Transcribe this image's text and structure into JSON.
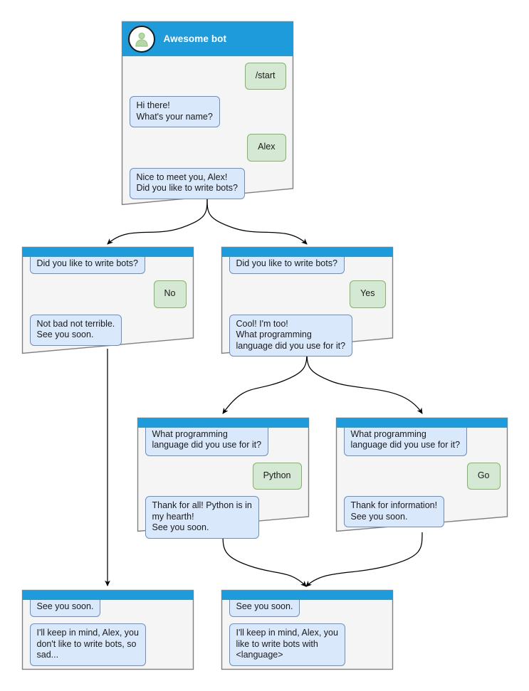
{
  "diagram": {
    "title": "Telegram bot conversation flowchart",
    "colors": {
      "header_blue": "#1d9bdb",
      "card_bg": "#f5f5f5",
      "card_border": "#808080",
      "bot_bubble_fill": "#dae8fc",
      "bot_bubble_border": "#6c8ebf",
      "user_bubble_fill": "#d5e8d4",
      "user_bubble_border": "#82b366",
      "avatar_person": "#b5d6a7",
      "edge_stroke": "#000000",
      "page_bg": "#ffffff"
    },
    "bot_name": "Awesome bot",
    "avatar_icon": "person-avatar-icon"
  },
  "nodes": [
    {
      "id": "start",
      "has_title_bar": true,
      "title": "Awesome bot",
      "messages": [
        {
          "from": "user",
          "text": "/start"
        },
        {
          "from": "bot",
          "text": "Hi there!\nWhat's your name?"
        },
        {
          "from": "user",
          "text": "Alex"
        },
        {
          "from": "bot",
          "text": "Nice to meet you, Alex!\nDid you like to write bots?"
        }
      ]
    },
    {
      "id": "answer-no",
      "has_title_bar": false,
      "messages": [
        {
          "from": "bot",
          "text": "Did you like to write bots?",
          "clipped": true
        },
        {
          "from": "user",
          "text": "No"
        },
        {
          "from": "bot",
          "text": "Not bad not terrible.\nSee you soon."
        }
      ]
    },
    {
      "id": "answer-yes",
      "has_title_bar": false,
      "messages": [
        {
          "from": "bot",
          "text": "Did you like to write bots?",
          "clipped": true
        },
        {
          "from": "user",
          "text": "Yes"
        },
        {
          "from": "bot",
          "text": "Cool! I'm too!\nWhat programming\nlanguage did you use for it?"
        }
      ]
    },
    {
      "id": "language-python",
      "has_title_bar": false,
      "messages": [
        {
          "from": "bot",
          "text": "What programming\nlanguage did you use for it?",
          "clipped": true
        },
        {
          "from": "user",
          "text": "Python"
        },
        {
          "from": "bot",
          "text": "Thank for all! Python is in\nmy hearth!\nSee you soon."
        }
      ]
    },
    {
      "id": "language-go",
      "has_title_bar": false,
      "messages": [
        {
          "from": "bot",
          "text": "What programming\nlanguage did you use for it?",
          "clipped": true
        },
        {
          "from": "user",
          "text": "Go"
        },
        {
          "from": "bot",
          "text": "Thank for information!\nSee you soon."
        }
      ]
    },
    {
      "id": "end-sad",
      "has_title_bar": false,
      "messages": [
        {
          "from": "bot",
          "text": "See you soon.",
          "clipped": true
        },
        {
          "from": "bot",
          "text": "I'll keep in mind, Alex, you\ndon't like to write bots, so\nsad..."
        }
      ]
    },
    {
      "id": "end-happy",
      "has_title_bar": false,
      "messages": [
        {
          "from": "bot",
          "text": "See you soon.",
          "clipped": true
        },
        {
          "from": "bot",
          "text": "I'll keep in mind, Alex, you\nlike to write bots with\n<language>"
        }
      ]
    }
  ],
  "texts": {
    "start_command": "/start",
    "greeting": "Hi there!\nWhat's your name?",
    "name_answer": "Alex",
    "nice_to_meet": "Nice to meet you, Alex!\nDid you like to write bots?",
    "did_you_like_q": "Did you like to write bots?",
    "answer_no": "No",
    "not_bad": "Not bad not terrible.\nSee you soon.",
    "answer_yes": "Yes",
    "cool_im_too": "Cool! I'm too!\nWhat programming\nlanguage did you use for it?",
    "what_language_q": "What programming\nlanguage did you use for it?",
    "answer_python": "Python",
    "thank_python": "Thank for all! Python is in\nmy hearth!\nSee you soon.",
    "answer_go": "Go",
    "thank_info": "Thank for information!\nSee you soon.",
    "see_you_soon": "See you soon.",
    "keep_in_mind_sad": "I'll keep in mind, Alex, you\ndon't like to write bots, so\nsad...",
    "keep_in_mind_happy": "I'll keep in mind, Alex, you\nlike to write bots with\n<language>"
  }
}
